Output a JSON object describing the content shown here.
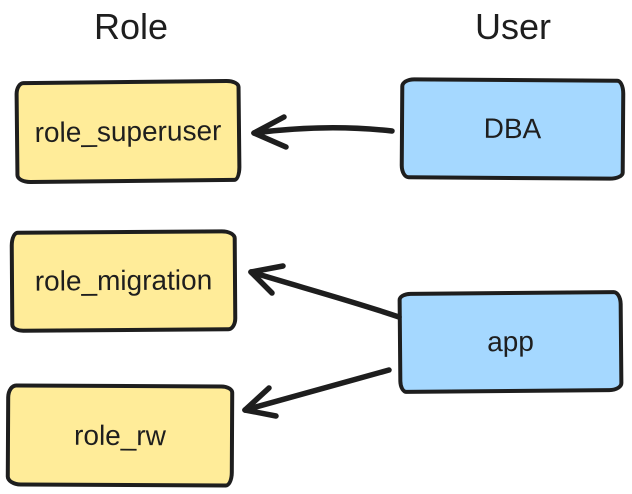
{
  "diagram": {
    "titles": {
      "role_column": "Role",
      "user_column": "User"
    },
    "roles": [
      {
        "id": "role_superuser",
        "label": "role_superuser"
      },
      {
        "id": "role_migration",
        "label": "role_migration"
      },
      {
        "id": "role_rw",
        "label": "role_rw"
      }
    ],
    "users": [
      {
        "id": "DBA",
        "label": "DBA"
      },
      {
        "id": "app",
        "label": "app"
      }
    ],
    "edges": [
      {
        "from": "DBA",
        "to": "role_superuser"
      },
      {
        "from": "app",
        "to": "role_migration"
      },
      {
        "from": "app",
        "to": "role_rw"
      }
    ],
    "colors": {
      "role_fill": "#ffec99",
      "user_fill": "#a5d8ff",
      "stroke": "#1e1e1e",
      "text": "#1e1e1e",
      "background": "#ffffff"
    }
  }
}
